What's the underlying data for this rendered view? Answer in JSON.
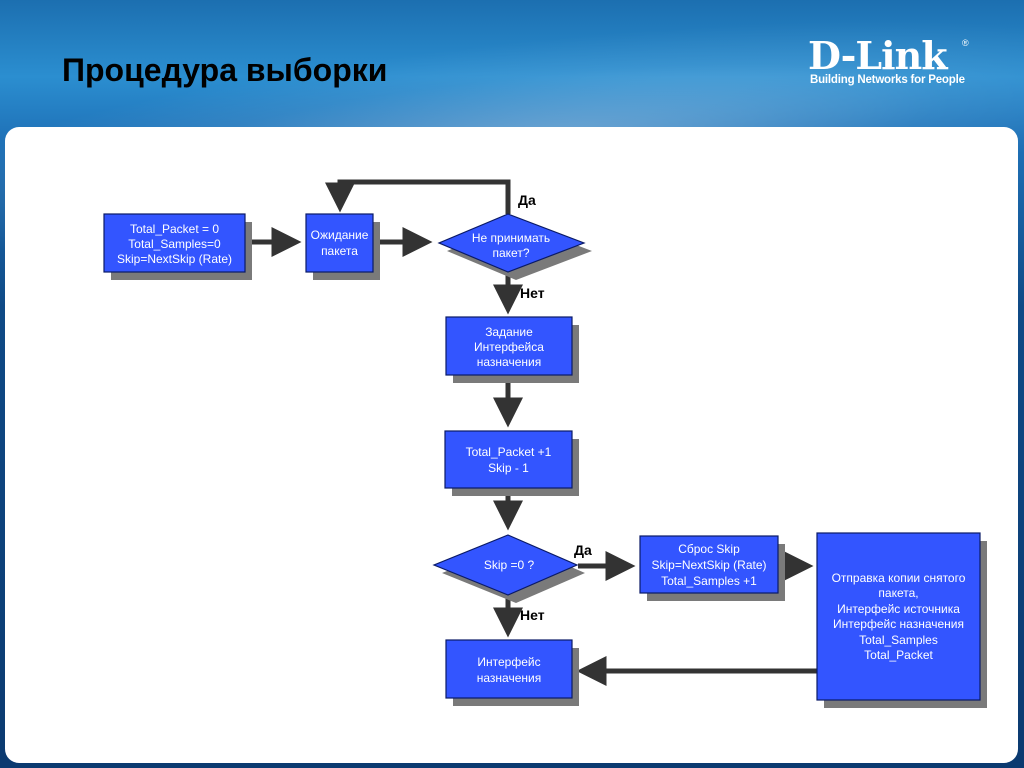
{
  "slide": {
    "title": "Процедура выборки"
  },
  "logo": {
    "name": "D-Link",
    "registered": "®",
    "tagline": "Building Networks for People"
  },
  "diagram": {
    "nodes": {
      "init": [
        "Total_Packet = 0",
        "Total_Samples=0",
        "Skip=NextSkip (Rate)"
      ],
      "wait": [
        "Ожидание",
        "пакета"
      ],
      "drop_decision": [
        "Не принимать",
        "пакет?"
      ],
      "set_interface": [
        "Задание",
        "Интерфейса",
        "назначения"
      ],
      "counters": [
        "Total_Packet +1",
        "Skip - 1"
      ],
      "skip_decision": [
        "Skip =0 ?"
      ],
      "reset_skip": [
        "Сброс Skip",
        "Skip=NextSkip (Rate)",
        "Total_Samples +1"
      ],
      "send_copy": [
        "Отправка копии снятого",
        "пакета,",
        "Интерфейс источника",
        "Интерфейс назначения",
        "Total_Samples",
        "Total_Packet"
      ],
      "dest_interface": [
        "Интерфейс",
        "назначения"
      ]
    },
    "edge_labels": {
      "drop_yes": "Да",
      "drop_no": "Нет",
      "skip_yes": "Да",
      "skip_no": "Нет"
    },
    "colors": {
      "node_fill": "#3355ff",
      "node_border": "#0a1a66",
      "shadow": "#7a7a7a",
      "arrow": "#333333"
    }
  }
}
